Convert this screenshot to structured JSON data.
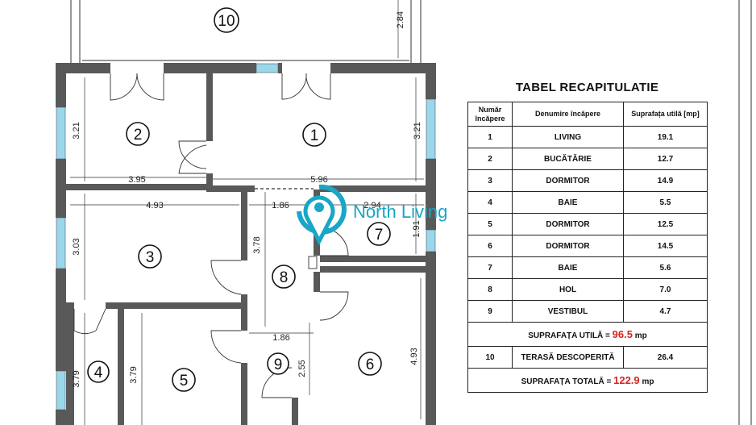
{
  "floorplan": {
    "rooms": [
      {
        "number": "10"
      },
      {
        "number": "2"
      },
      {
        "number": "1"
      },
      {
        "number": "3"
      },
      {
        "number": "7"
      },
      {
        "number": "8"
      },
      {
        "number": "4"
      },
      {
        "number": "5"
      },
      {
        "number": "9"
      },
      {
        "number": "6"
      }
    ],
    "dimensions": [
      "2.84",
      "3.21",
      "3.21",
      "3.95",
      "5.96",
      "4.93",
      "1.86",
      "2.94",
      "3.03",
      "3.78",
      "1.91",
      "1.86",
      "3.79",
      "3.79",
      "2.55",
      "4.93"
    ],
    "watermark": "North Living"
  },
  "summary_table": {
    "title": "TABEL RECAPITULATIE",
    "headers": {
      "number": "Număr încăpere",
      "name": "Denumire încăpere",
      "area": "Suprafața utilă [mp]"
    },
    "rows": [
      {
        "no": "1",
        "name": "LIVING",
        "area": "19.1"
      },
      {
        "no": "2",
        "name": "BUCĂTĂRIE",
        "area": "12.7"
      },
      {
        "no": "3",
        "name": "DORMITOR",
        "area": "14.9"
      },
      {
        "no": "4",
        "name": "BAIE",
        "area": "5.5"
      },
      {
        "no": "5",
        "name": "DORMITOR",
        "area": "12.5"
      },
      {
        "no": "6",
        "name": "DORMITOR",
        "area": "14.5"
      },
      {
        "no": "7",
        "name": "BAIE",
        "area": "5.6"
      },
      {
        "no": "8",
        "name": "HOL",
        "area": "7.0"
      },
      {
        "no": "9",
        "name": "VESTIBUL",
        "area": "4.7"
      }
    ],
    "useful_area": {
      "label": "SUPRAFAȚA UTILĂ =",
      "value": "96.5",
      "unit": "mp"
    },
    "terrace": {
      "no": "10",
      "name": "TERASĂ DESCOPERITĂ",
      "area": "26.4"
    },
    "total_area": {
      "label": "SUPRAFAȚA TOTALĂ =",
      "value": "122.9",
      "unit": "mp"
    }
  },
  "colors": {
    "wall": "#595959",
    "window": "#9ad7ea",
    "brand": "#1aa6c6",
    "highlight": "#d8231f"
  }
}
